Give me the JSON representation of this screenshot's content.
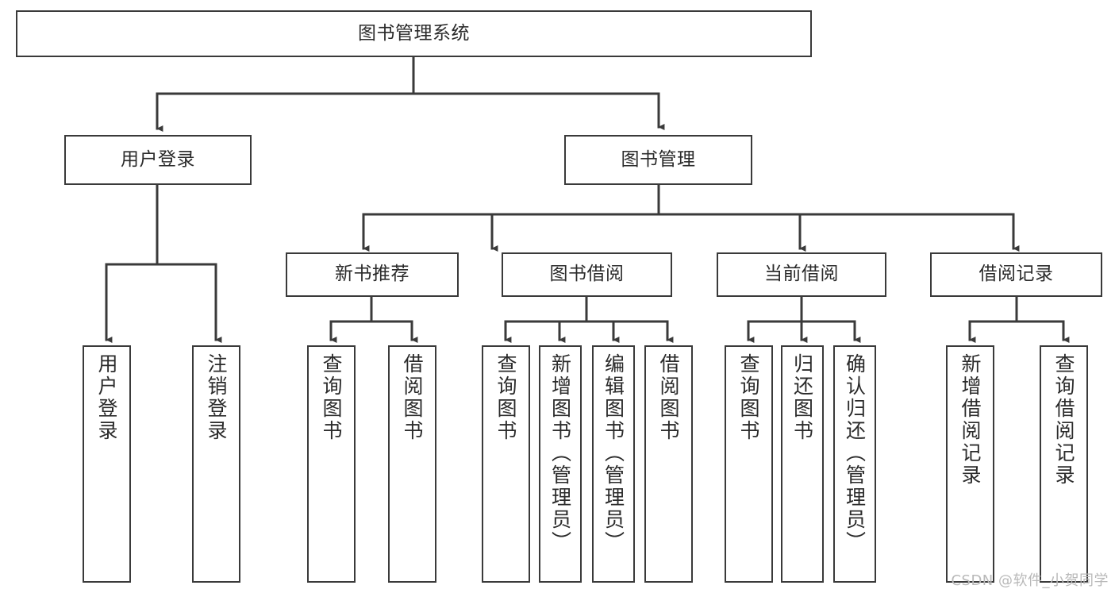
{
  "diagram": {
    "type": "tree",
    "title": "图书管理系统",
    "watermark": "CSDN @软件_小贺同学",
    "colors": {
      "box_border": "#3a3a3a",
      "box_fill": "#ffffff",
      "connector": "#3a3a3a",
      "text": "#2b2b2b",
      "watermark": "#b9b9b9",
      "background": "#ffffff"
    },
    "levels": {
      "root": {
        "label": "图书管理系统"
      },
      "level2": [
        {
          "label": "用户登录"
        },
        {
          "label": "图书管理"
        }
      ],
      "level3": [
        {
          "label": "新书推荐"
        },
        {
          "label": "图书借阅"
        },
        {
          "label": "当前借阅"
        },
        {
          "label": "借阅记录"
        }
      ],
      "leaves": {
        "user_login": [
          {
            "label": "用户登录"
          },
          {
            "label": "注销登录"
          }
        ],
        "new_book_recommend": [
          {
            "label": "查询图书"
          },
          {
            "label": "借阅图书"
          }
        ],
        "book_borrow": [
          {
            "label": "查询图书"
          },
          {
            "label": "新增图书（管理员）"
          },
          {
            "label": "编辑图书（管理员）"
          },
          {
            "label": "借阅图书"
          }
        ],
        "current_borrow": [
          {
            "label": "查询图书"
          },
          {
            "label": "归还图书"
          },
          {
            "label": "确认归还（管理员）"
          }
        ],
        "borrow_record": [
          {
            "label": "新增借阅记录"
          },
          {
            "label": "查询借阅记录"
          }
        ]
      }
    }
  }
}
